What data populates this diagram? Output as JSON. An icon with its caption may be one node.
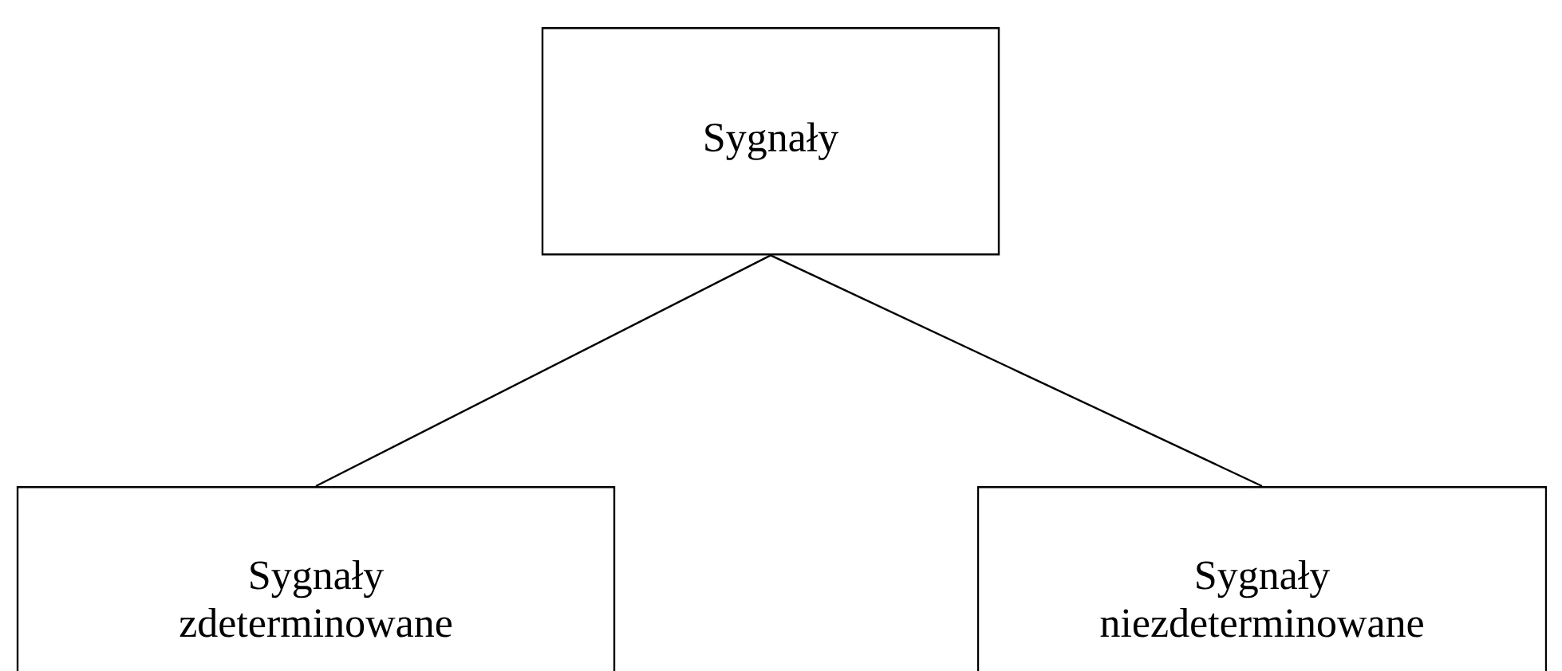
{
  "diagram": {
    "nodes": [
      {
        "text": [
          "Sygnały"
        ]
      },
      {
        "text": [
          "Sygnały zdeterminowane"
        ]
      },
      {
        "text": [
          "Sygnały niezdeterminowane"
        ]
      }
    ],
    "edges": [
      {
        "from": 0,
        "to": 1,
        "arrow": "none"
      },
      {
        "from": 0,
        "to": 2,
        "arrow": "none"
      }
    ]
  }
}
